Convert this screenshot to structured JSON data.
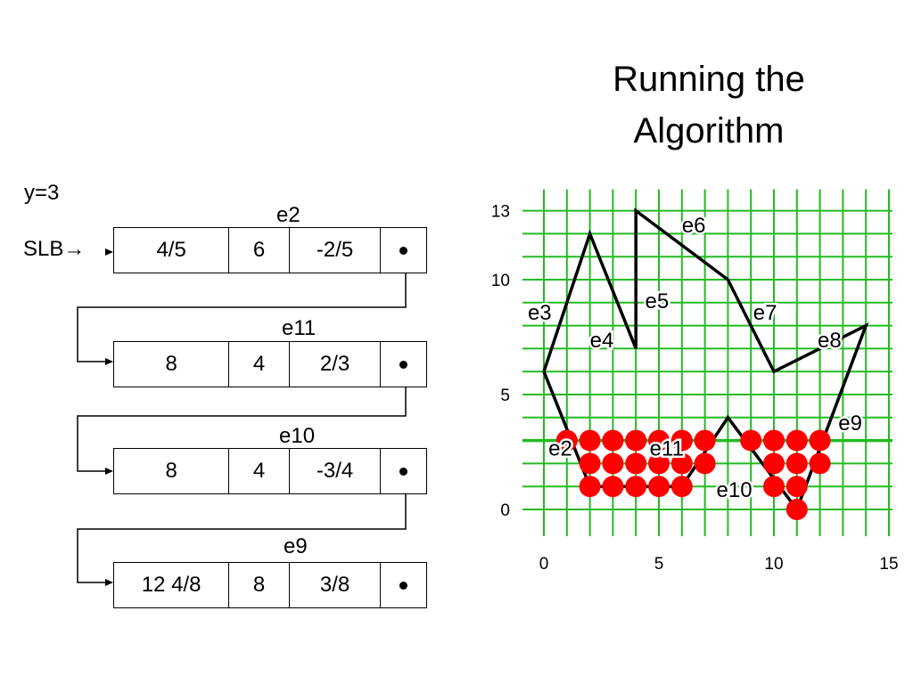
{
  "title": {
    "line1": "Running the",
    "line2": "Algorithm"
  },
  "scanline": {
    "label": "y=3",
    "list_head": "SLB→"
  },
  "records": [
    {
      "edge": "e2",
      "x": "4/5",
      "ymax": "6",
      "slope": "-2/5"
    },
    {
      "edge": "e11",
      "x": "8",
      "ymax": "4",
      "slope": "2/3"
    },
    {
      "edge": "e10",
      "x": "8",
      "ymax": "4",
      "slope": "-3/4"
    },
    {
      "edge": "e9",
      "x": "12 4/8",
      "ymax": "8",
      "slope": "3/8"
    }
  ],
  "chart_data": {
    "type": "grid-polygon",
    "x_ticks": [
      "0",
      "5",
      "10",
      "15"
    ],
    "y_ticks": [
      "0",
      "5",
      "10",
      "13"
    ],
    "xlim": [
      0,
      15
    ],
    "ylim": [
      0,
      13
    ],
    "grid": true,
    "grid_color": "#22bb22",
    "scanline_y": 3,
    "polygon": [
      [
        0,
        6
      ],
      [
        2,
        12
      ],
      [
        4,
        7
      ],
      [
        4,
        13
      ],
      [
        8,
        10
      ],
      [
        10,
        6
      ],
      [
        14,
        8
      ],
      [
        11,
        0
      ],
      [
        8,
        4
      ],
      [
        6,
        1
      ],
      [
        2,
        1
      ],
      [
        0,
        6
      ]
    ],
    "edge_labels": [
      {
        "name": "e2",
        "x": 0.2,
        "y": 2.7
      },
      {
        "name": "e3",
        "x": -0.7,
        "y": 8.6
      },
      {
        "name": "e4",
        "x": 2.0,
        "y": 7.4
      },
      {
        "name": "e5",
        "x": 4.4,
        "y": 9.1
      },
      {
        "name": "e6",
        "x": 6.0,
        "y": 12.4
      },
      {
        "name": "e7",
        "x": 9.1,
        "y": 8.6
      },
      {
        "name": "e8",
        "x": 11.9,
        "y": 7.4
      },
      {
        "name": "e9",
        "x": 12.8,
        "y": 3.8
      },
      {
        "name": "e10",
        "x": 7.5,
        "y": 0.9
      },
      {
        "name": "e11",
        "x": 4.6,
        "y": 2.7
      }
    ],
    "pixels": [
      [
        1,
        3
      ],
      [
        2,
        3
      ],
      [
        3,
        3
      ],
      [
        4,
        3
      ],
      [
        5,
        3
      ],
      [
        6,
        3
      ],
      [
        7,
        3
      ],
      [
        9,
        3
      ],
      [
        10,
        3
      ],
      [
        11,
        3
      ],
      [
        12,
        3
      ],
      [
        2,
        2
      ],
      [
        3,
        2
      ],
      [
        4,
        2
      ],
      [
        5,
        2
      ],
      [
        6,
        2
      ],
      [
        7,
        2
      ],
      [
        10,
        2
      ],
      [
        11,
        2
      ],
      [
        12,
        2
      ],
      [
        2,
        1
      ],
      [
        3,
        1
      ],
      [
        4,
        1
      ],
      [
        5,
        1
      ],
      [
        6,
        1
      ],
      [
        10,
        1
      ],
      [
        11,
        1
      ],
      [
        11,
        0
      ]
    ],
    "pixel_color": "#ff0000"
  }
}
